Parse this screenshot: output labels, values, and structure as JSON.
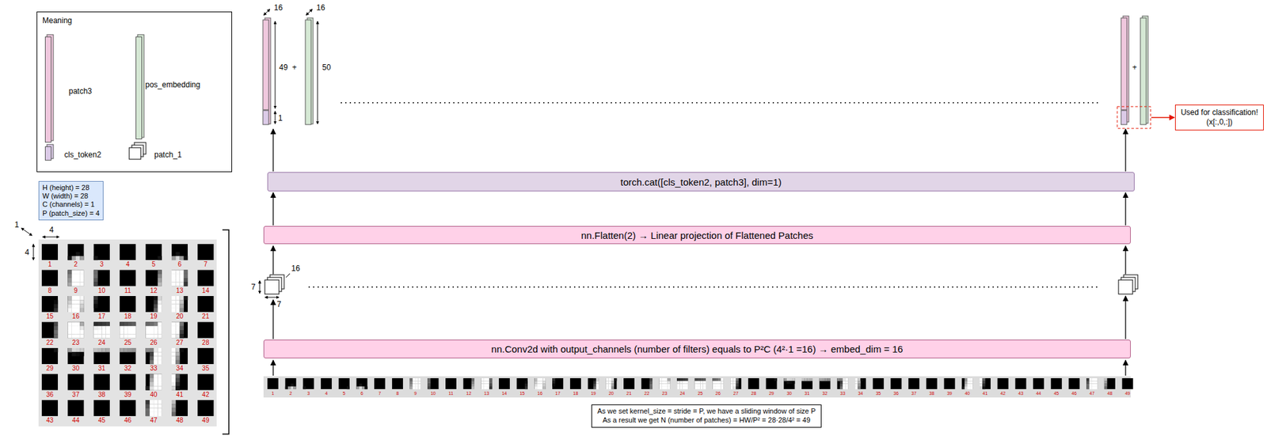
{
  "diagram": {
    "nodes": [
      {
        "text": [
          "Meaning"
        ]
      },
      {
        "text": [
          "H (height) = 28",
          "W (width) = 28",
          "C (channels) = 1",
          "P (patch_size) = 4"
        ]
      },
      {
        "text": [
          "nn.Conv2d with output_channels (number of filters) equals to P²C (4²·1 =16) → embed_dim = 16"
        ]
      },
      {
        "text": [
          "nn.Flatten(2) → Linear projection of Flattened Patches"
        ]
      },
      {
        "text": [
          "torch.cat([cls_token2, patch3], dim=1)"
        ]
      },
      {
        "text": [
          "Used for classification!",
          "(x[:,0,:])"
        ]
      },
      {
        "text": [
          "As we set kernel_size = stride = P, we have a sliding window of size P",
          "As a result we get N (number of patches) = HW/P² = 28·28/4² = 49"
        ]
      }
    ],
    "edges": [
      {
        "from": 3,
        "to": 4,
        "arrow": "to"
      },
      {
        "from": 3,
        "to": 4,
        "arrow": "to"
      }
    ],
    "labels": [
      "16",
      "16",
      "49",
      "+",
      "50",
      "1",
      "+",
      "7",
      "7",
      "16",
      "1",
      "4",
      "4",
      "1",
      "2",
      "3",
      "4",
      "5",
      "6",
      "7",
      "8",
      "9",
      "10",
      "11",
      "12",
      "13",
      "14",
      "15",
      "16",
      "17",
      "18",
      "19",
      "20",
      "21",
      "22",
      "23",
      "24",
      "25",
      "26",
      "27",
      "28",
      "29",
      "30",
      "31",
      "32",
      "33",
      "34",
      "35",
      "36",
      "37",
      "38",
      "39",
      "40",
      "41",
      "42",
      "43",
      "44",
      "45",
      "46",
      "47",
      "48",
      "49",
      "1",
      "2",
      "3",
      "4",
      "5",
      "6",
      "7",
      "8",
      "9",
      "10",
      "11",
      "12",
      "13",
      "14",
      "15",
      "16",
      "17",
      "18",
      "19",
      "20",
      "21",
      "22",
      "23",
      "24",
      "25",
      "26",
      "27",
      "28",
      "29",
      "30",
      "31",
      "32",
      "33",
      "34",
      "35",
      "36",
      "37",
      "38",
      "39",
      "40",
      "41",
      "42",
      "43",
      "44",
      "45",
      "46",
      "47",
      "48",
      "49"
    ],
    "legend": [
      {
        "text": "patch3",
        "color": "#f0c8de"
      },
      {
        "text": "pos_embedding",
        "color": "#d5e8d4"
      },
      {
        "text": "cls_token2",
        "color": "#dccbe8"
      },
      {
        "text": "patch_1"
      }
    ]
  }
}
